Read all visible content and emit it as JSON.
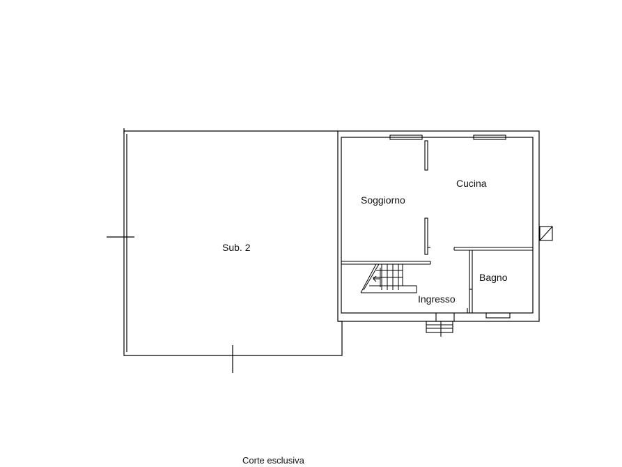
{
  "plan": {
    "line_color": "#000000",
    "wall_color": "#555555",
    "background": "#ffffff"
  },
  "labels": {
    "sub2": "Sub. 2",
    "soggiorno": "Soggiorno",
    "cucina": "Cucina",
    "bagno": "Bagno",
    "ingresso": "Ingresso",
    "corte": "Corte esclusiva"
  }
}
